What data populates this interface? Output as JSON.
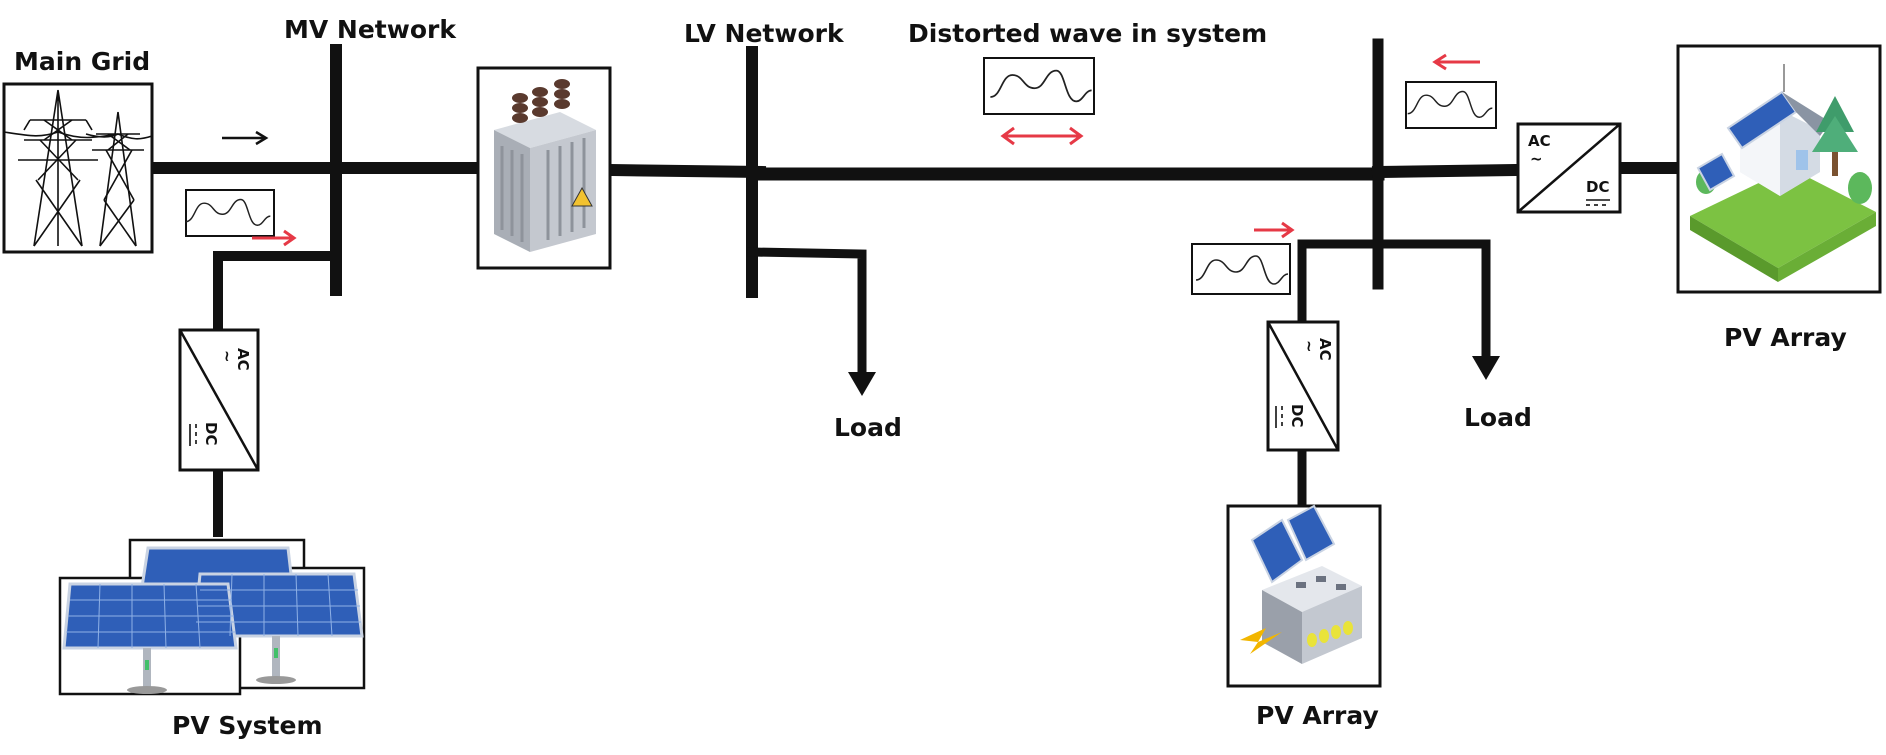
{
  "labels": {
    "main_grid": "Main Grid",
    "mv_network": "MV Network",
    "lv_network": "LV Network",
    "distorted_wave": "Distorted wave in system",
    "load_1": "Load",
    "load_2": "Load",
    "pv_system": "PV System",
    "pv_array_bottom": "PV Array",
    "pv_array_right": "PV Array"
  },
  "converter": {
    "ac": "AC",
    "dc": "DC"
  },
  "colors": {
    "line": "#111111",
    "arrow_red": "#e63946",
    "panel_blue": "#2f5fb8",
    "panel_frame": "#c9d3e3",
    "house_green": "#7cc242",
    "transformer_body": "#b9bec6",
    "insulator_brown": "#5a3a2e"
  },
  "icons": {
    "tower": "transmission-tower-icon",
    "transformer": "transformer-icon",
    "solar_panels": "solar-panels-icon",
    "battery": "battery-storage-icon",
    "house": "solar-house-icon"
  }
}
